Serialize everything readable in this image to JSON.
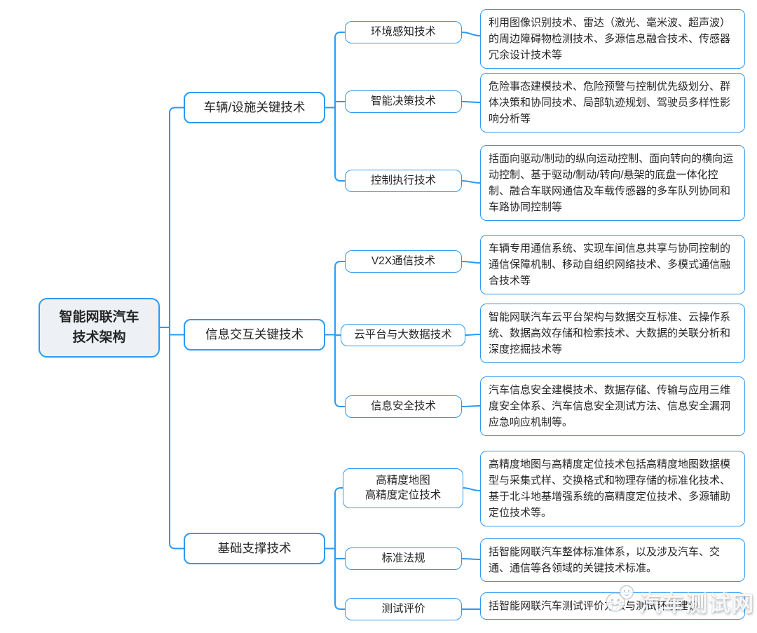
{
  "diagram": {
    "title": "智能网联汽车技术架构",
    "root_label": "智能网联汽车\n技术架构",
    "branches": [
      {
        "label": "车辆/设施关键技术",
        "children": [
          {
            "label": "环境感知技术",
            "description": "利用图像识别技术、雷达（激光、毫米波、超声波）的周边障碍物检测技术、多源信息融合技术、传感器冗余设计技术等"
          },
          {
            "label": "智能决策技术",
            "description": "危险事态建模技术、危险预警与控制优先级划分、群体决策和协同技术、局部轨迹规划、驾驶员多样性影响分析等"
          },
          {
            "label": "控制执行技术",
            "description": "括面向驱动/制动的纵向运动控制、面向转向的横向运动控制、基于驱动/制动/转向/悬架的底盘一体化控制、融合车联网通信及车载传感器的多车队列协同和车路协同控制等"
          }
        ]
      },
      {
        "label": "信息交互关键技术",
        "children": [
          {
            "label": "V2X通信技术",
            "description": "车辆专用通信系统、实现车间信息共享与协同控制的通信保障机制、移动自组织网络技术、多模式通信融合技术等"
          },
          {
            "label": "云平台与大数据技术",
            "description": "智能网联汽车云平台架构与数据交互标准、云操作系统、数据高效存储和检索技术、大数据的关联分析和深度挖掘技术等"
          },
          {
            "label": "信息安全技术",
            "description": "汽车信息安全建模技术、数据存储、传输与应用三维度安全体系、汽车信息安全测试方法、信息安全漏洞应急响应机制等。"
          }
        ]
      },
      {
        "label": "基础支撑技术",
        "children": [
          {
            "label": "高精度地图\n高精度定位技术",
            "description": "高精度地图与高精度定位技术包括高精度地图数据模型与采集式样、交换格式和物理存储的标准化技术、基于北斗地基增强系统的高精度定位技术、多源辅助定位技术等。"
          },
          {
            "label": "标准法规",
            "description": "括智能网联汽车整体标准体系，以及涉及汽车、交通、通信等各领域的关键技术标准。"
          },
          {
            "label": "测试评价",
            "description": "括智能网联汽车测试评价方法与测试环境建设"
          }
        ]
      }
    ],
    "watermark": {
      "text": "汽车测试网",
      "logo": "smiley-chat-bubbles"
    },
    "colors": {
      "line": "#2e9af2",
      "root_fill": "#edf1f6",
      "node_border": "#2e9af2",
      "text": "#262626"
    }
  }
}
